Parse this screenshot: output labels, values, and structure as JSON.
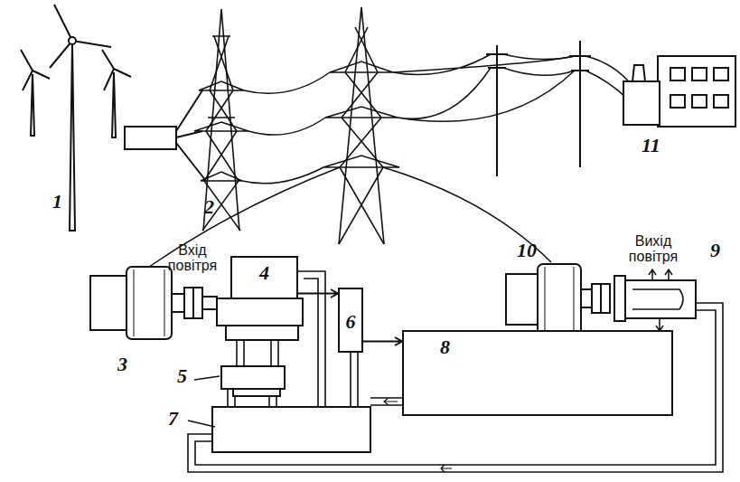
{
  "diagram": {
    "nodes": [
      {
        "text": [
          "4"
        ]
      },
      {
        "text": [
          "6"
        ]
      },
      {
        "text": [
          "8"
        ]
      }
    ],
    "edges": [
      {
        "from": 0,
        "to": 1,
        "arrow": "to"
      },
      {
        "from": 1,
        "to": 2,
        "arrow": "to"
      }
    ],
    "labels": [
      "1",
      "2",
      "11",
      "Вхід повітря",
      "Вихід повітря",
      "3",
      "10",
      "9",
      "5",
      "7"
    ]
  }
}
